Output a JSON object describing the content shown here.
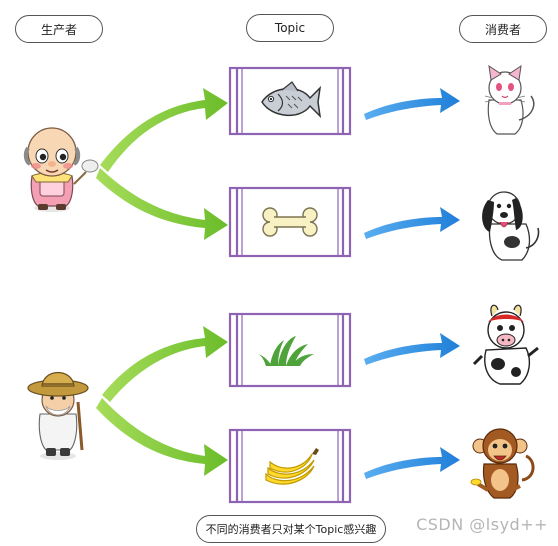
{
  "header": {
    "producer_label": "生产者",
    "topic_label": "Topic",
    "consumer_label": "消费者"
  },
  "producers": [
    {
      "name": "bald-grandpa-producer"
    },
    {
      "name": "farmer-grandpa-producer"
    }
  ],
  "topics": [
    {
      "icon": "fish-icon"
    },
    {
      "icon": "bone-icon"
    },
    {
      "icon": "grass-icon"
    },
    {
      "icon": "banana-icon"
    }
  ],
  "consumers": [
    {
      "icon": "cat-icon"
    },
    {
      "icon": "dog-icon"
    },
    {
      "icon": "cow-icon"
    },
    {
      "icon": "monkey-icon"
    }
  ],
  "footer": {
    "note": "不同的消费者只对某个Topic感兴趣",
    "watermark": "CSDN @lsyd++"
  },
  "colors": {
    "topic_border": "#8e63b4",
    "green_arrow": "#7cc537",
    "blue_arrow": "#2f8fe0"
  }
}
